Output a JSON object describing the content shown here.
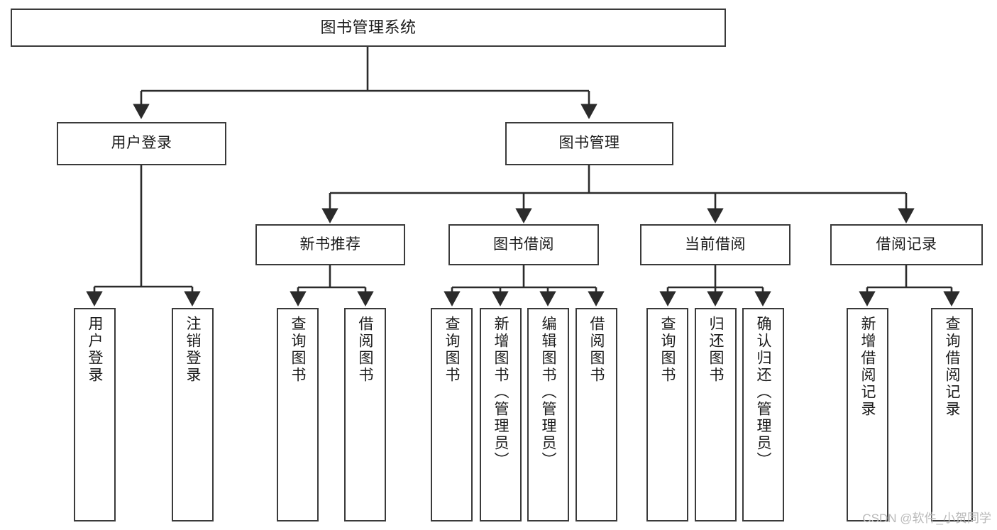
{
  "diagram": {
    "title": "图书管理系统",
    "type": "tree",
    "colors": {
      "background": "#ffffff",
      "box_border": "#3a3a3a",
      "box_fill": "#ffffff",
      "edge": "#2b2b2b",
      "text": "#1b1b1b",
      "watermark": "#b9b9b9"
    },
    "watermark": "CSDN @软件_小贺同学",
    "nodes": {
      "root": {
        "label": "图书管理系统"
      },
      "level2": [
        {
          "label": "用户登录"
        },
        {
          "label": "图书管理"
        }
      ],
      "level3": [
        {
          "label": "新书推荐"
        },
        {
          "label": "图书借阅"
        },
        {
          "label": "当前借阅"
        },
        {
          "label": "借阅记录"
        }
      ],
      "leaves": {
        "user_login": [
          {
            "label": "用户登录"
          },
          {
            "label": "注销登录"
          }
        ],
        "new_book_recommend": [
          {
            "label": "查询图书"
          },
          {
            "label": "借阅图书"
          }
        ],
        "book_borrow": [
          {
            "label": "查询图书"
          },
          {
            "label": "新增图书（管理员）"
          },
          {
            "label": "编辑图书（管理员）"
          },
          {
            "label": "借阅图书"
          }
        ],
        "current_borrow": [
          {
            "label": "查询图书"
          },
          {
            "label": "归还图书"
          },
          {
            "label": "确认归还（管理员）"
          }
        ],
        "borrow_record": [
          {
            "label": "新增借阅记录"
          },
          {
            "label": "查询借阅记录"
          }
        ]
      }
    }
  }
}
